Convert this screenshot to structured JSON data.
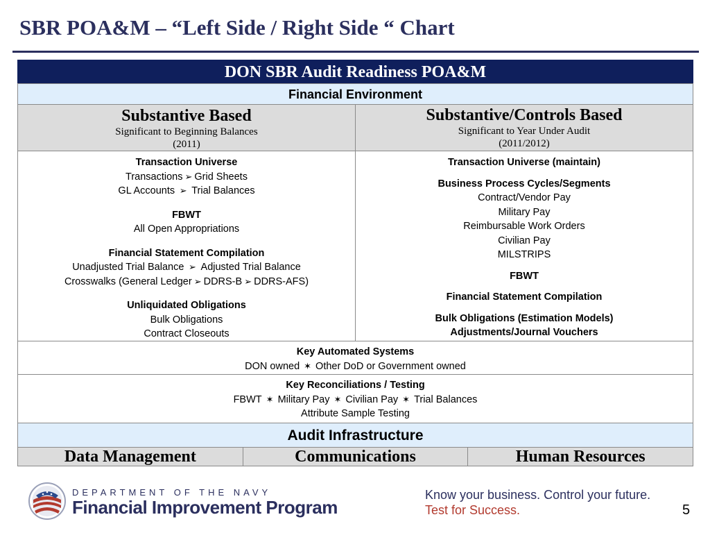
{
  "slide": {
    "title": "SBR POA&M – “Left Side / Right Side “ Chart",
    "page_number": "5"
  },
  "table": {
    "banner": "DON SBR Audit Readiness POA&M",
    "financial_environment": "Financial Environment",
    "left_header": {
      "title": "Substantive Based",
      "subtitle": "Significant to Beginning Balances",
      "years": "(2011)"
    },
    "right_header": {
      "title": "Substantive/Controls Based",
      "subtitle": "Significant to Year Under Audit",
      "years": "(2011/2012)"
    },
    "left_body": {
      "transaction_universe": "Transaction Universe",
      "transactions": "Transactions",
      "grid_sheets": "Grid Sheets",
      "gl_accounts": "GL Accounts",
      "trial_balances": "Trial Balances",
      "fbwt": "FBWT",
      "all_open_appropriations": "All Open Appropriations",
      "fs_compilation": "Financial Statement Compilation",
      "unadjusted_tb": "Unadjusted Trial Balance",
      "adjusted_tb": "Adjusted Trial Balance",
      "crosswalks": "Crosswalks (General Ledger",
      "ddrs_b": "DDRS-B",
      "ddrs_afs": "DDRS-AFS)",
      "ulo": "Unliquidated Obligations",
      "bulk_obligations": "Bulk Obligations",
      "contract_closeouts": "Contract Closeouts"
    },
    "right_body": {
      "transaction_universe": "Transaction Universe (maintain)",
      "bpc": "Business Process Cycles/Segments",
      "contract_vendor_pay": "Contract/Vendor Pay",
      "military_pay": "Military Pay",
      "reimbursable": "Reimbursable Work Orders",
      "civilian_pay": "Civilian Pay",
      "milstrips": "MILSTRIPS",
      "fbwt": "FBWT",
      "fs_compilation": "Financial Statement Compilation",
      "bulk_obligations": "Bulk Obligations (Estimation Models)",
      "adjustments": "Adjustments/Journal Vouchers"
    },
    "key_systems": {
      "title": "Key Automated Systems",
      "don_owned": "DON owned",
      "other_owned": "Other DoD or Government owned"
    },
    "key_reconciliations": {
      "title": "Key Reconciliations / Testing",
      "items": [
        "FBWT",
        "Military Pay",
        "Civilian Pay",
        "Trial Balances"
      ],
      "attribute_testing": "Attribute Sample Testing"
    },
    "audit_infrastructure": "Audit Infrastructure",
    "infrastructure": [
      "Data Management",
      "Communications",
      "Human Resources"
    ]
  },
  "footer": {
    "department": "DEPARTMENT OF THE NAVY",
    "program": "Financial Improvement Program",
    "tagline_1": "Know your business. Control your future.",
    "tagline_2": "Test for Success."
  },
  "icons": {
    "arrow": "arrowhead-icon",
    "star": "six-point-star-icon",
    "logo": "navy-fip-logo"
  },
  "colors": {
    "navy": "#0f1f5c",
    "title": "#2b2f5e",
    "light_blue": "#dfeefc",
    "gray": "#dcdcdc",
    "red": "#b23a2e"
  }
}
